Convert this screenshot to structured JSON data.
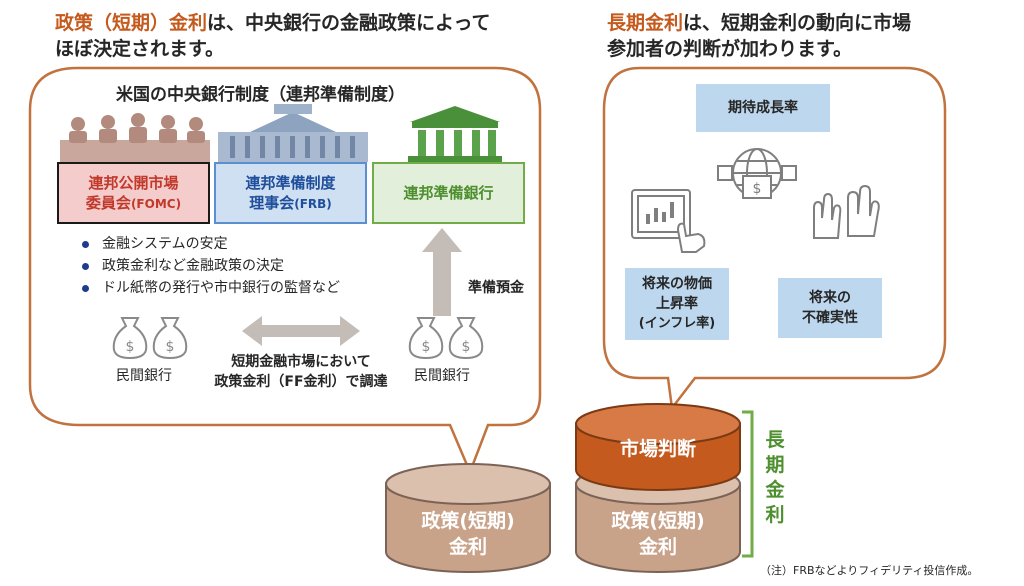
{
  "left_heading": {
    "accent": "政策（短期）金利",
    "line1_rest": "は、中央銀行の金融政策によって",
    "line2": "ほぼ決定されます。"
  },
  "right_heading": {
    "accent": "長期金利",
    "line1_rest": "は、短期金利の動向に市場",
    "line2": "参加者の判断が加わります。"
  },
  "fed": {
    "title": "米国の中央銀行制度（連邦準備制度）",
    "fomc_line1": "連邦公開市場",
    "fomc_line2": "委員会",
    "fomc_abbr": "(FOMC)",
    "board_line1": "連邦準備制度",
    "board_line2": "理事会",
    "board_abbr": "(FRB)",
    "bank": "連邦準備銀行",
    "bullets": [
      "金融システムの安定",
      "政策金利など金融政策の決定",
      "ドル紙幣の発行や市中銀行の監督など"
    ],
    "reserve_label": "準備預金",
    "private_bank_left": "民間銀行",
    "private_bank_right": "民間銀行",
    "market_line1": "短期金融市場において",
    "market_line2": "政策金利（FF金利）で調達"
  },
  "factors": {
    "expected_growth": "期待成長率",
    "inflation_line1": "将来の物価",
    "inflation_line2": "上昇率",
    "inflation_line3": "(インフレ率)",
    "uncertainty_line1": "将来の",
    "uncertainty_line2": "不確実性"
  },
  "cylinders": {
    "left_line1": "政策(短期)",
    "left_line2": "金利",
    "right_line1": "政策(短期)",
    "right_line2": "金利",
    "market_judgment": "市場判断"
  },
  "long_term_label": [
    "長",
    "期",
    "金",
    "利"
  ],
  "note": "（注）FRBなどよりフィデリティ投信作成。",
  "colors": {
    "accent": "#c55a1e",
    "bubble_border": "#c0733f",
    "fomc_fill": "#f4cccc",
    "fomc_text": "#c0392b",
    "board_fill": "#cfe0f3",
    "board_text": "#1f4e9a",
    "bank_fill": "#e2efda",
    "bank_text": "#4e8f2f",
    "factor_fill": "#bdd7ee",
    "cylinder_fill": "#c9a28a",
    "cylinder_top": "#dcc0ae",
    "market_fill": "#c55a1e",
    "green": "#4e8f2f",
    "arrow_gray": "#c4bcb6"
  },
  "icons": [
    "meeting-people-icon",
    "government-building-icon",
    "bank-columns-icon",
    "money-bag-icon",
    "globe-dollar-icon",
    "tablet-chart-icon",
    "raised-hands-icon"
  ]
}
